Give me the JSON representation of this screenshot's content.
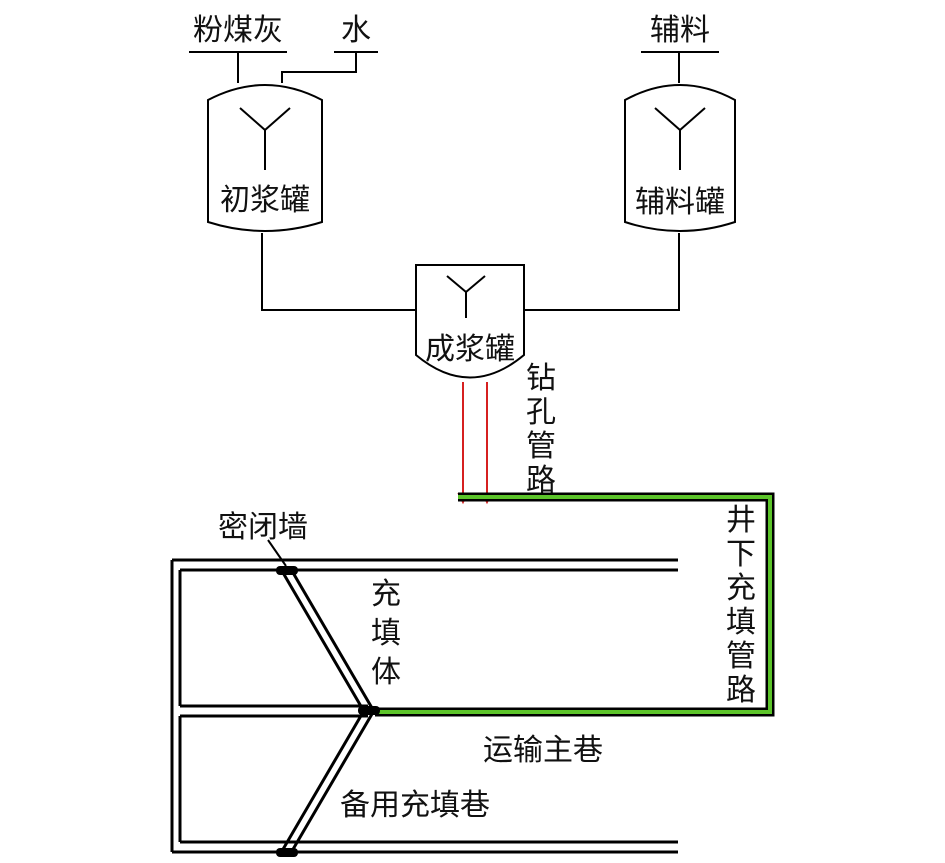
{
  "inputs": {
    "fly_ash": "粉煤灰",
    "water": "水",
    "auxiliary": "辅料"
  },
  "tanks": {
    "initial_slurry": "初浆罐",
    "auxiliary": "辅料罐",
    "final_slurry": "成浆罐"
  },
  "pipes": {
    "borehole_chars": [
      "钻",
      "孔",
      "管",
      "路"
    ],
    "underground_chars": [
      "井",
      "下",
      "充",
      "填",
      "管",
      "路"
    ]
  },
  "areas": {
    "seal_wall": "密闭墙",
    "fill_body_chars": [
      "充",
      "填",
      "体"
    ],
    "main_haulage": "运输主巷",
    "backup_fill_roadway": "备用充填巷"
  },
  "colors": {
    "borehole_pipe": "#d62020",
    "underground_pipe": "#5cc42a",
    "line": "#000000"
  }
}
